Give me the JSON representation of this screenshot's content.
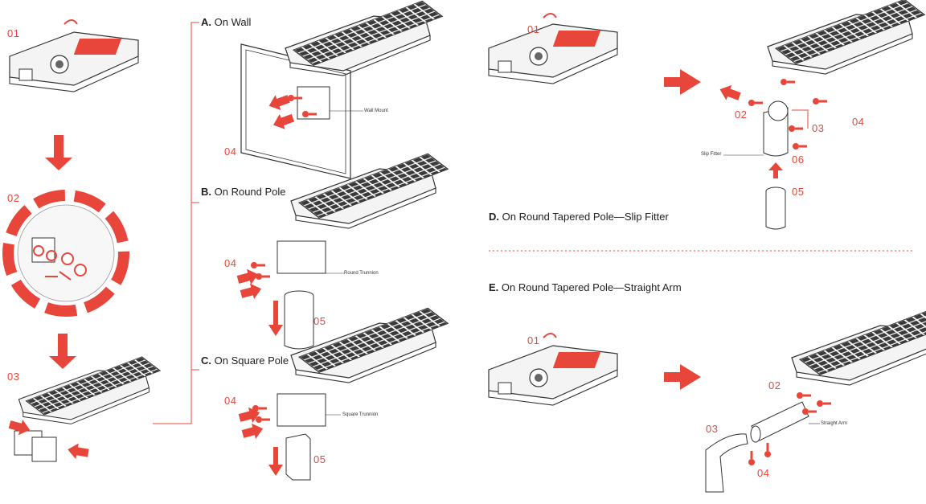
{
  "colors": {
    "accent": "#e8463a",
    "line": "#333333",
    "panel": "#3a3a3a"
  },
  "step_numbers": {
    "left_01": "01",
    "left_02": "02",
    "left_03": "03",
    "wall_04": "04",
    "round_04": "04",
    "round_05": "05",
    "square_04": "04",
    "square_05": "05",
    "d_01": "01",
    "d_02": "02",
    "d_03": "03",
    "d_04": "04",
    "d_05": "05",
    "d_06": "06",
    "e_01": "01",
    "e_02": "02",
    "e_03": "03",
    "e_04": "04"
  },
  "headings": {
    "a_letter": "A.",
    "a_text": "On Wall",
    "b_letter": "B.",
    "b_text": "On Round Pole",
    "c_letter": "C.",
    "c_text": "On Square Pole",
    "d_letter": "D.",
    "d_text": "On Round Tapered Pole—Slip Fitter",
    "e_letter": "E.",
    "e_text": "On Round Tapered Pole—Straight Arm"
  },
  "callouts": {
    "wall_mount": "Wall Mount",
    "round_trunnion": "Round Trunnion",
    "square_trunnion": "Square Trunnion",
    "slip_fitter": "Slip Fitter",
    "straight_arm": "Straight Arm"
  }
}
